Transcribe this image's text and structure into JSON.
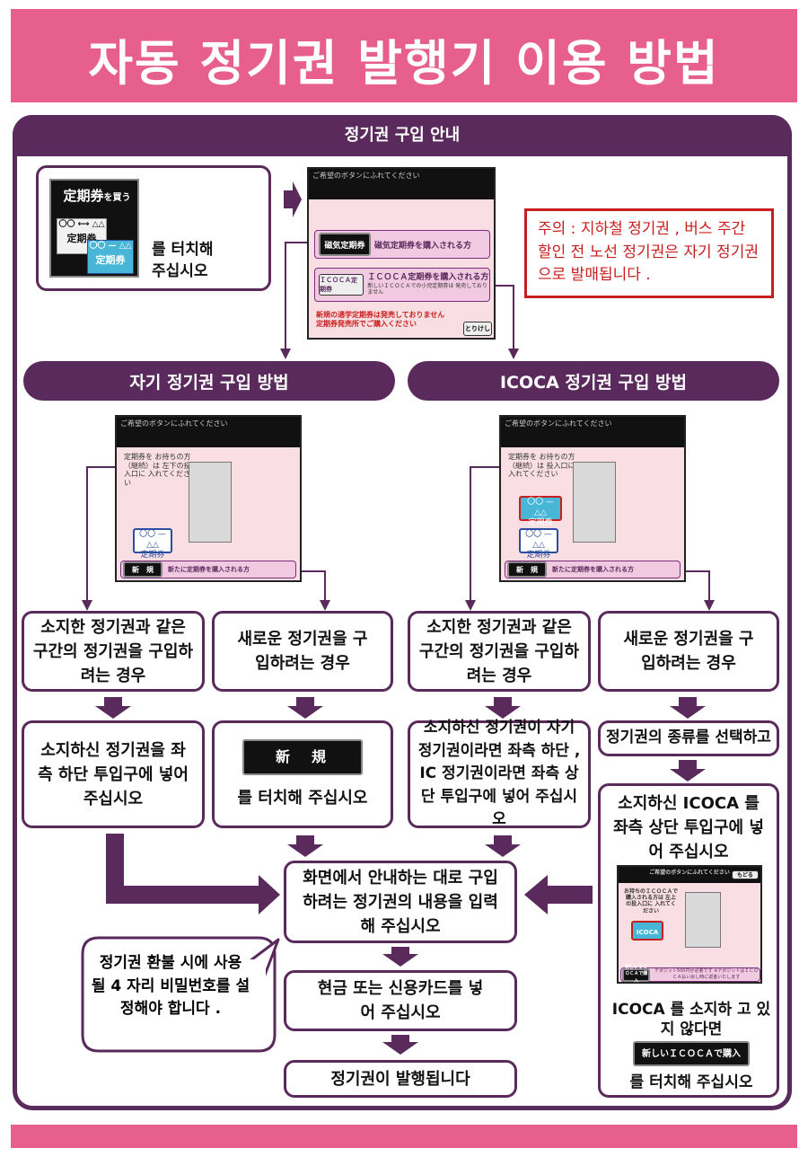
{
  "page": {
    "title": "자동 정기권 발행기 이용 방법"
  },
  "guide": {
    "header": "정기권 구입 안내",
    "touch_tile": {
      "line1": "定期券",
      "line1_small": "を買う",
      "ticket1": "〇〇 ⟷ △△",
      "ticket1_label": "定期券",
      "ticket2": "〇〇 — △△",
      "ticket2_label": "定期券"
    },
    "touch_instruction": [
      "를 터치해",
      "주십시오"
    ],
    "screen": {
      "top": "ご希望のボタンにふれてください",
      "btn1": "磁気定期券",
      "btn1_desc": "磁気定期券を購入される方",
      "btn2": "ＩＣＯＣＡ定期券",
      "btn2_desc": "ＩＣＯＣＡ定期券を購入される方",
      "btn2_sub": "新しいＩＣＯＣＡでの小児定期券は 発売しておりません",
      "notice": [
        "新規の通学定期券は発売しておりません",
        "定期券発売所でご購入ください"
      ],
      "cancel": "とりけし"
    },
    "note": "주의 : 지하철 정기권 , 버스 주간 할인 전 노선 정기권은 자기 정기권으로 발매됩니다 ."
  },
  "left": {
    "header": "자기 정기권 구입 방법",
    "screen": {
      "top": "ご希望のボタンにふれてください",
      "text": "定期券を お持ちの方（継続）は 左下の投入口に 入れてください",
      "ticket": "〇〇 — △△",
      "ticket_label": "定期券",
      "new_btn": "新　規",
      "new_desc": "新たに定期券を購入される方"
    },
    "case_owned": "소지한 정기권과 같은 구간의 정기권을 구입하려는 경우",
    "case_new": "새로운 정기권을 구입하려는 경우",
    "step_owned": "소지하신 정기권을 좌측 하단 투입구에 넣어 주십시오",
    "step_new_button": "新　規",
    "step_new_text": "를 터치해 주십시오"
  },
  "right": {
    "header": "ICOCA 정기권 구입 방법",
    "screen": {
      "top": "ご希望のボタンにふれてください",
      "text": "定期券を お持ちの方（継続）は 投入口に 入れてください",
      "ticket1": "〇〇 — △△",
      "ticket1_label": "定期券",
      "ticket2": "〇〇 — △△",
      "ticket2_label": "定期券",
      "new_btn": "新　規",
      "new_desc": "新たに定期券を購入される方"
    },
    "case_owned": "소지한 정기권과 같은 구간의 정기권을 구입하려는 경우",
    "case_new": "새로운 정기권을 구입하려는 경우",
    "step_owned": "소지하신 정기권이 자기 정기권이라면 좌측 하단 , IC 정기권이라면 좌측 상단 투입구에 넣어 주십시오",
    "step_select": "정기권의 종류를 선택하고",
    "step_icoca": "소지하신 ICOCA 를 좌측 상단 투입구에 넣어 주십시오",
    "icoca_screen": {
      "top": "ご希望のボタンにふれてください",
      "back": "もどる",
      "text": "お持ちのＩＣＯＣＡで 購入される方は 左上の投入口に 入れてください",
      "card": "ICOCA",
      "bottom_btn": "新しいＩＣＯＣＡで購入",
      "bottom_desc": "デポジット500円が必要です ※デポジットはＩＣＯＣＡ払い戻し時に返金いたします"
    },
    "no_icoca": "ICOCA 를 소지하 고 있지 않다면",
    "new_icoca_button": "新しいＩＣＯＣＡで購入",
    "touch_text": "를 터치해 주십시오"
  },
  "flow": {
    "input": "화면에서 안내하는 대로 구입하려는 정기권의 내용을 입력해 주십시오",
    "pay": "현금 또는 신용카드를 넣어 주십시오",
    "issued": "정기권이 발행됩니다",
    "pin_note": "정기권 환불 시에 사용 될 4 자리 비밀번호를 설정해야 합니다 ."
  },
  "colors": {
    "brand_pink": "#e75f8d",
    "purple": "#5a2a5c",
    "warning_red": "#c81e1e"
  }
}
